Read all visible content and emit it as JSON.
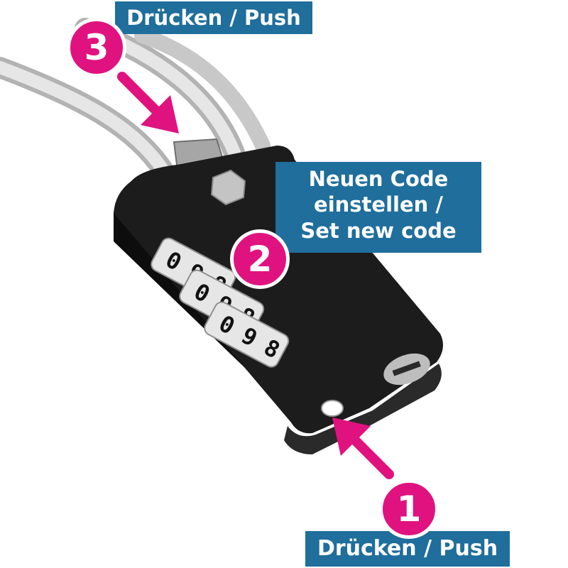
{
  "labels": {
    "top": "Drücken / Push",
    "middle_line1": "Neuen Code",
    "middle_line2": "einstellen /",
    "middle_line3": "Set new code",
    "bottom": "Drücken / Push"
  },
  "steps": {
    "one": "1",
    "two": "2",
    "three": "3"
  },
  "dials": [
    {
      "digits": [
        "0",
        "9",
        "8"
      ]
    },
    {
      "digits": [
        "0",
        "9",
        "8"
      ]
    },
    {
      "digits": [
        "0",
        "9",
        "8"
      ]
    }
  ],
  "colors": {
    "accent": "#e0127f",
    "label_bg": "#1f6e9c",
    "lock_body": "#1a1a1a",
    "cable": "#c8c8c8"
  }
}
